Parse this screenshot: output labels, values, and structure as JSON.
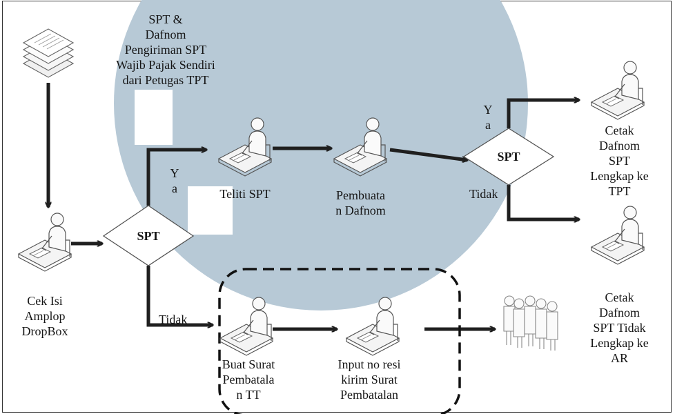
{
  "diagram": {
    "nodes": {
      "source_docs": "SPT &\nDafnom\nPengiriman SPT\nWajib Pajak Sendiri\ndari Petugas TPT",
      "cek_isi": "Cek Isi\nAmplop\nDropBox",
      "decision_1": "SPT",
      "teliti": "Teliti SPT",
      "pembuatan": "Pembuata\nn Dafnom",
      "decision_2": "SPT",
      "cetak_lengkap": "Cetak\nDafnom\nSPT\nLengkap ke\nTPT",
      "cetak_tidak": "Cetak\nDafnom\nSPT Tidak\nLengkap ke\nAR",
      "buat_surat": "Buat Surat\nPembatala\nn TT",
      "input_resi": "Input no resi\nkirim Surat\nPembatalan"
    },
    "edge_labels": {
      "ya_1": "Y\na",
      "tidak_1": "Tidak",
      "ya_2": "Y\na",
      "tidak_2": "Tidak"
    },
    "colors": {
      "watermark": "#b7c9d6",
      "arrow": "#1f1f1f",
      "group_border": "#111111"
    },
    "icons": [
      "documents-icon",
      "person-at-desk-icon",
      "people-group-icon"
    ]
  }
}
